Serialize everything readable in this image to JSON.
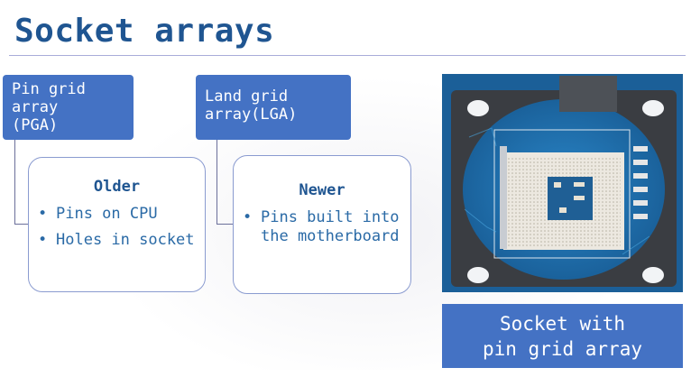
{
  "slide": {
    "title": "Socket arrays"
  },
  "pga": {
    "header": "Pin grid array (PGA)",
    "header_lines": [
      "Pin grid",
      "array",
      "(PGA)"
    ],
    "detail_title": "Older",
    "bullets": [
      "Pins on CPU",
      "Holes in socket"
    ]
  },
  "lga": {
    "header": "Land grid array(LGA)",
    "header_lines": [
      "Land grid",
      "array(LGA)"
    ],
    "detail_title": "Newer",
    "bullets": [
      "Pins built into the motherboard"
    ]
  },
  "figure": {
    "image_subject": "cpu-socket-photo",
    "caption_lines": [
      "Socket with",
      "pin grid array"
    ]
  },
  "colors": {
    "title": "#1f5591",
    "header_fill": "#4472c4",
    "detail_border": "#8a9bd0",
    "detail_text": "#2a6aa6",
    "rule": "#a9acd9"
  }
}
